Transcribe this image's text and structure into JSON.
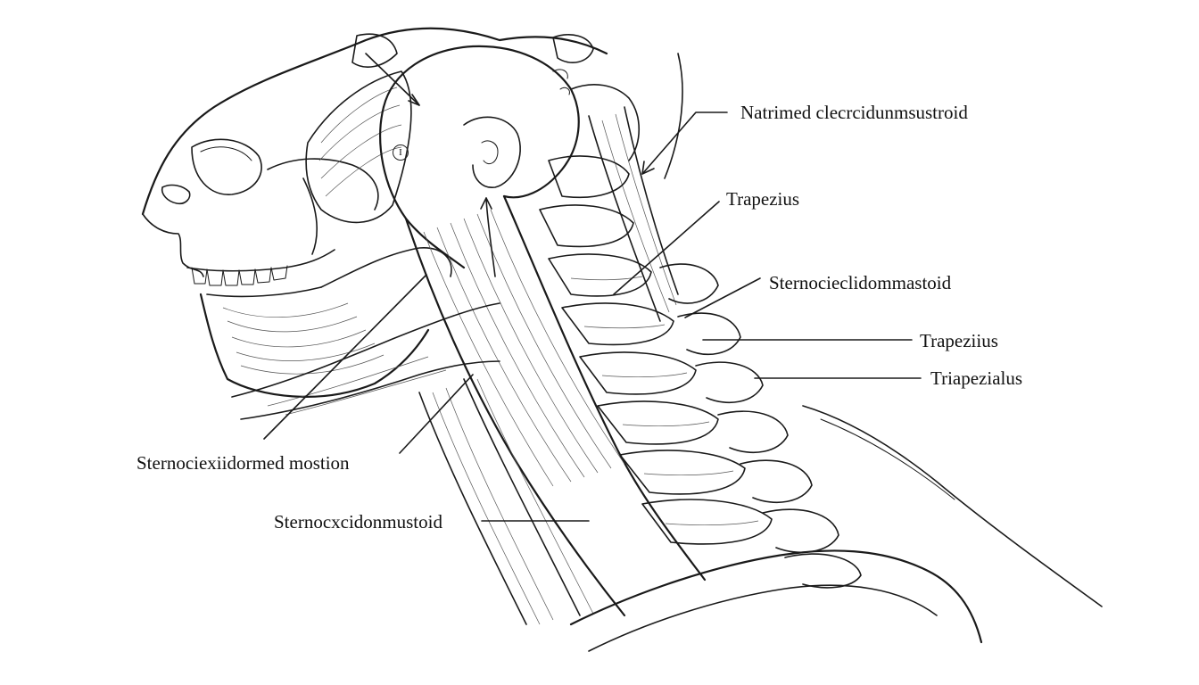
{
  "diagram": {
    "labels": {
      "natrimed": "Natrimed clecrcidunmsustroid",
      "trapezius_1": "Trapezius",
      "sterno_1": "Sternocieclidommastoid",
      "trapezius_2": "Trapeziius",
      "triapezialus": "Triapezialus",
      "sterno_motion": "Sternociexiidormed mostion",
      "sterno_2": "Sternocxcidonmustoid"
    },
    "marker": "I",
    "colors": {
      "ink": "#1a1a1a",
      "background": "#ffffff"
    }
  }
}
